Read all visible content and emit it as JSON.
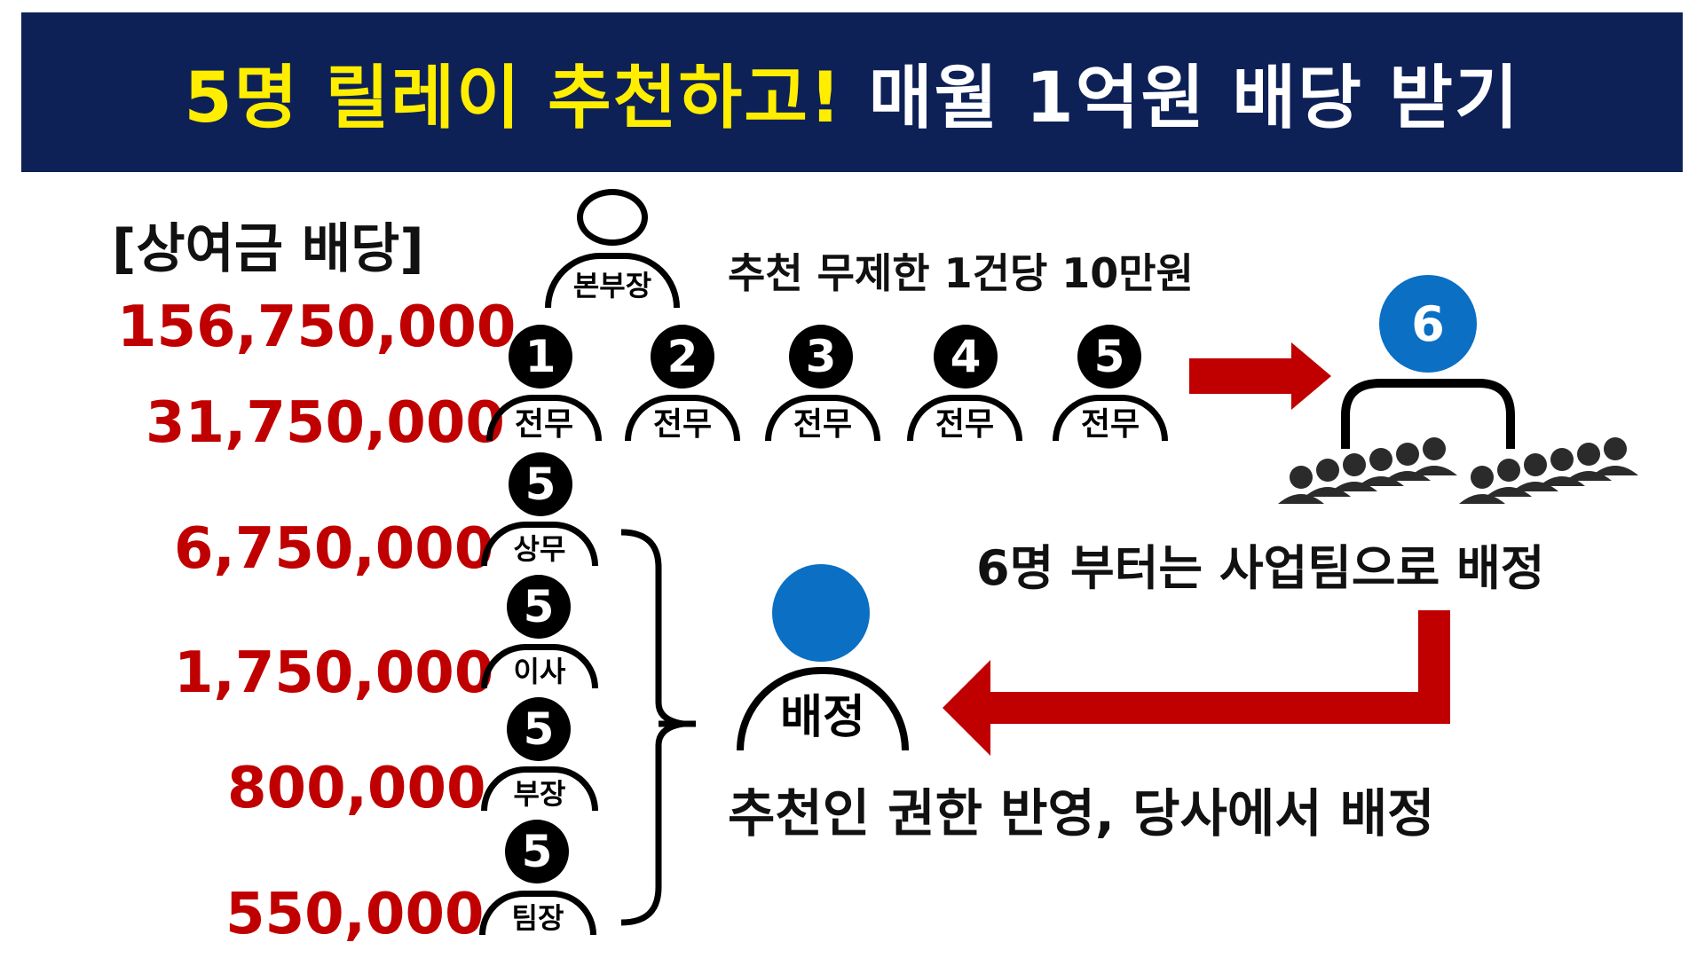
{
  "title": {
    "highlight": "5명 릴레이 추천하고!",
    "rest": " 매월 1억원 배당 받기"
  },
  "section_label": "[상여금 배당]",
  "top_person": {
    "label": "본부장"
  },
  "note_unlimited": "추천 무제한 1건당 10만원",
  "amounts": {
    "headquarters": "156,750,000",
    "executive": "31,750,000",
    "managing": "6,750,000",
    "director": "1,750,000",
    "manager": "800,000",
    "team_leader": "550,000"
  },
  "recruits": [
    {
      "number": "1",
      "label": "전무"
    },
    {
      "number": "2",
      "label": "전무"
    },
    {
      "number": "3",
      "label": "전무"
    },
    {
      "number": "4",
      "label": "전무"
    },
    {
      "number": "5",
      "label": "전무"
    }
  ],
  "chain": [
    {
      "number": "5",
      "label": "상무"
    },
    {
      "number": "5",
      "label": "이사"
    },
    {
      "number": "5",
      "label": "부장"
    },
    {
      "number": "5",
      "label": "팀장"
    }
  ],
  "sixth": {
    "number": "6"
  },
  "team_note": "6명 부터는 사업팀으로 배정",
  "assigned": {
    "label": "배정"
  },
  "assign_note": "추천인 권한 반영, 당사에서 배정",
  "colors": {
    "banner": "#0d2157",
    "highlight": "#ffee00",
    "amount": "#c00000",
    "arrow": "#c00000",
    "blue": "#0b6fc4"
  }
}
